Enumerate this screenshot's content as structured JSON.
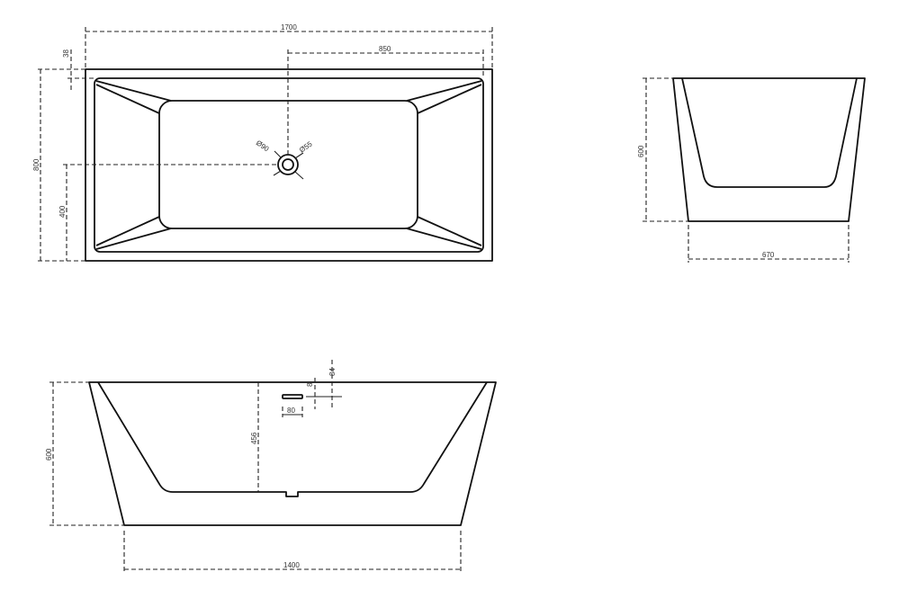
{
  "drawing": {
    "subject": "Freestanding rectangular bathtub",
    "views": {
      "top_view": {
        "dimensions": {
          "overall_length": "1700",
          "drain_offset": "850",
          "rim_width": "38",
          "overall_width": "800",
          "drain_center_from_edge": "400",
          "drain_hole_outer": "Ø90",
          "drain_hole_inner": "Ø55"
        }
      },
      "end_view": {
        "dimensions": {
          "height": "600",
          "base_width": "670"
        }
      },
      "side_view": {
        "dimensions": {
          "height": "600",
          "inner_depth": "456",
          "overflow_width": "80",
          "overflow_offset": "8",
          "overflow_top": "84",
          "base_length": "1400"
        }
      }
    }
  },
  "colors": {
    "line": "#111111",
    "dim_line": "#222222",
    "label": "#333333",
    "background": "#ffffff"
  }
}
